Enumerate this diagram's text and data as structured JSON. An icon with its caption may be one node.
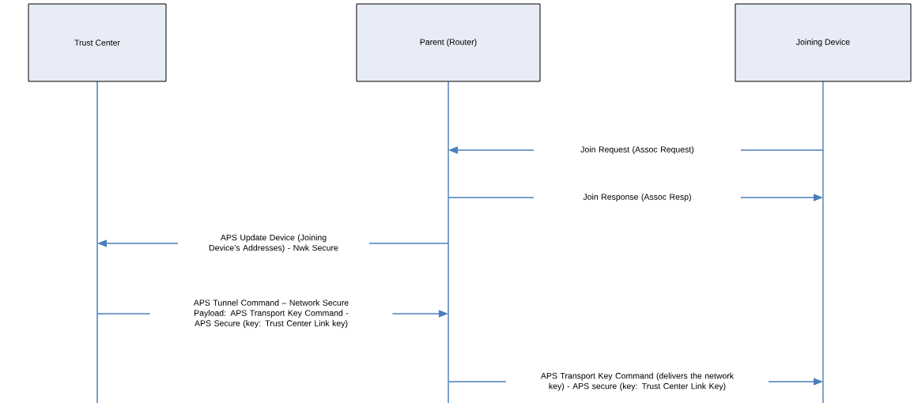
{
  "diagram": {
    "nodes": [
      {
        "text": [
          "Trust Center"
        ]
      },
      {
        "text": [
          "Parent (Router)"
        ]
      },
      {
        "text": [
          "Joining Device"
        ]
      }
    ],
    "edges": [
      {
        "from": 2,
        "to": 1,
        "arrow": "to",
        "label": "Join Request (Assoc Request)"
      },
      {
        "from": 1,
        "to": 2,
        "arrow": "to",
        "label": "Join Response (Assoc Resp)"
      },
      {
        "from": 1,
        "to": 0,
        "arrow": "to",
        "label": "APS Update Device (Joining Device’s Addresses) - Nwk Secure"
      },
      {
        "from": 0,
        "to": 1,
        "arrow": "to",
        "label": "APS Tunnel Command – Network Secure Payload: APS Transport Key Command -APS Secure (key: Trust Center Link key)"
      },
      {
        "from": 1,
        "to": 2,
        "arrow": "to",
        "label": "APS Transport Key Command (delivers the network key) - APS secure (key: Trust Center Link Key)"
      }
    ]
  }
}
